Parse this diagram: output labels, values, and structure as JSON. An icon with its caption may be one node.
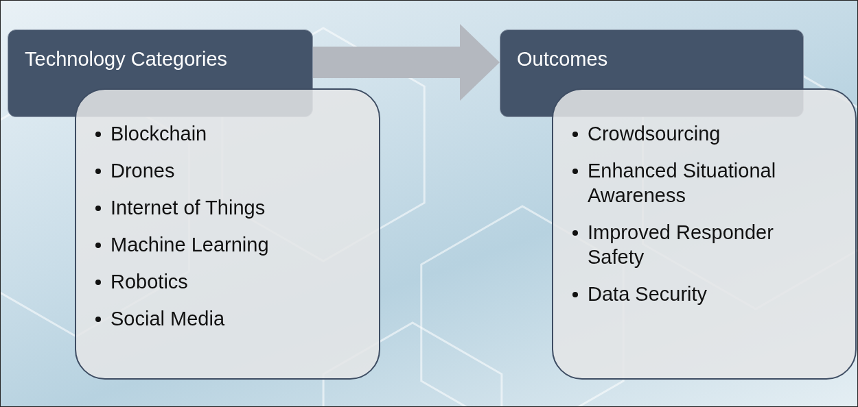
{
  "diagram": {
    "nodes": [
      {
        "text": [
          "Technology Categories"
        ]
      },
      {
        "text": [
          "Blockchain",
          "Drones",
          "Internet of Things",
          "Machine Learning",
          "Robotics",
          "Social Media"
        ]
      },
      {
        "text": [
          "Outcomes"
        ]
      },
      {
        "text": [
          "Crowdsourcing",
          "Enhanced Situational Awareness",
          "Improved Responder Safety",
          "Data Security"
        ]
      }
    ],
    "edges": [
      {
        "from": 0,
        "to": 2,
        "arrow": "to"
      }
    ]
  }
}
